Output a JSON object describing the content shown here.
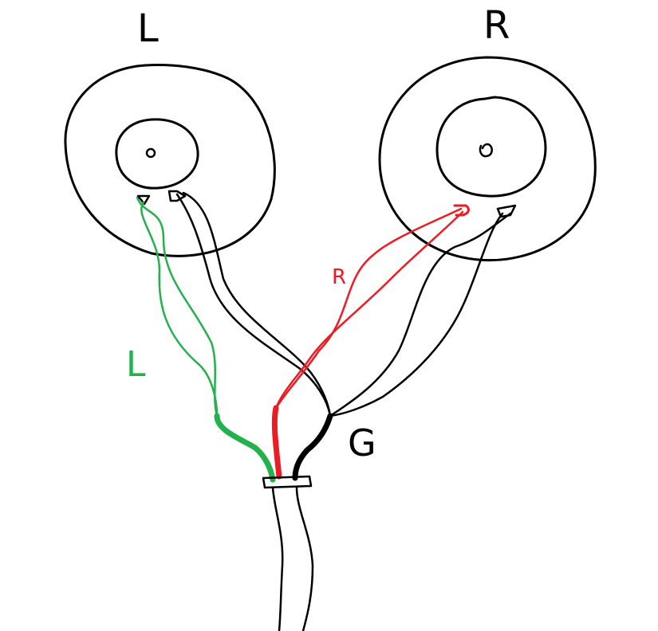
{
  "speakers": {
    "left": {
      "letter": "L"
    },
    "right": {
      "letter": "R"
    }
  },
  "wires": {
    "left_label": "L",
    "right_label": "R",
    "ground_label": "G"
  },
  "colors": {
    "ink": "#000000",
    "left_wire": "#22b14c",
    "right_wire": "#ed1c24",
    "ground_wire": "#000000",
    "background": "#ffffff"
  }
}
